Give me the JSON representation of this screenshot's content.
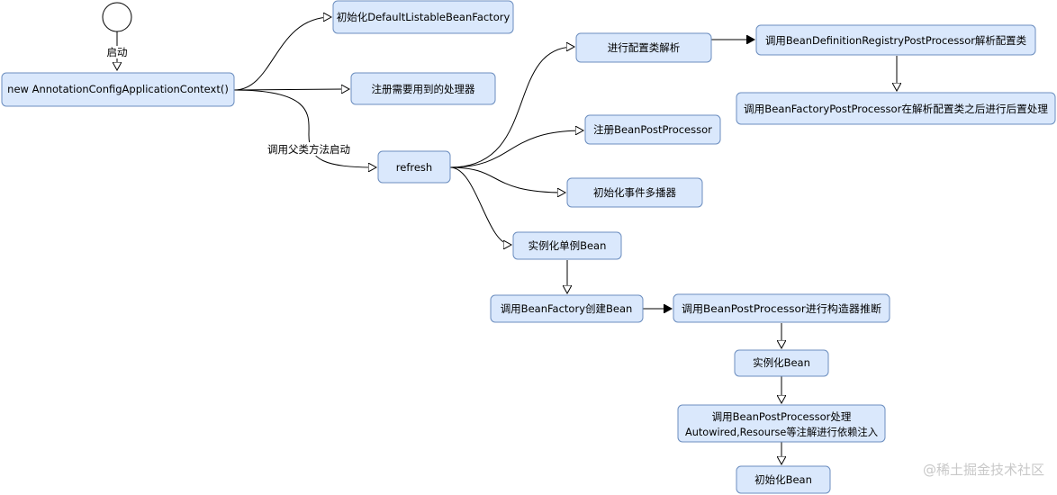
{
  "diagram": {
    "start_label": "启动",
    "edge_label_refresh": "调用父类方法启动",
    "nodes": {
      "new_context": "new AnnotationConfigApplicationContext()",
      "init_factory": "初始化DefaultListableBeanFactory",
      "register_processors": "注册需要用到的处理器",
      "refresh": "refresh",
      "parse_config": "进行配置类解析",
      "registry_pp": "调用BeanDefinitionRegistryPostProcessor解析配置类",
      "factory_pp": "调用BeanFactoryPostProcessor在解析配置类之后进行后置处理",
      "register_bpp": "注册BeanPostProcessor",
      "init_multicaster": "初始化事件多播器",
      "instantiate_singletons": "实例化单例Bean",
      "create_bean": "调用BeanFactory创建Bean",
      "infer_constructor": "调用BeanPostProcessor进行构造器推断",
      "instantiate_bean": "实例化Bean",
      "autowire_line1": "调用BeanPostProcessor处理",
      "autowire_line2": "Autowired,Resourse等注解进行依赖注入",
      "init_bean": "初始化Bean"
    },
    "watermark": "@稀土掘金技术社区"
  },
  "colors": {
    "node_fill": "#dae8fc",
    "node_stroke": "#6c8ebf",
    "edge": "#000000",
    "watermark": "#c8c8c8"
  }
}
